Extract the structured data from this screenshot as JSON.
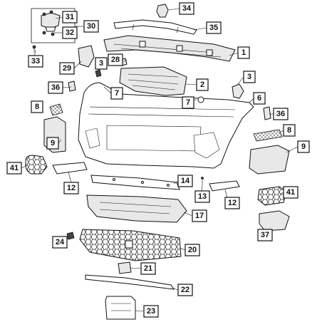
{
  "diagram": {
    "callouts": [
      "31",
      "32",
      "30",
      "34",
      "35",
      "33",
      "29",
      "3",
      "28",
      "1",
      "36",
      "7",
      "2",
      "3",
      "8",
      "7",
      "6",
      "36",
      "8",
      "9",
      "9",
      "41",
      "12",
      "14",
      "13",
      "12",
      "41",
      "17",
      "37",
      "24",
      "20",
      "21",
      "22",
      "23"
    ]
  }
}
